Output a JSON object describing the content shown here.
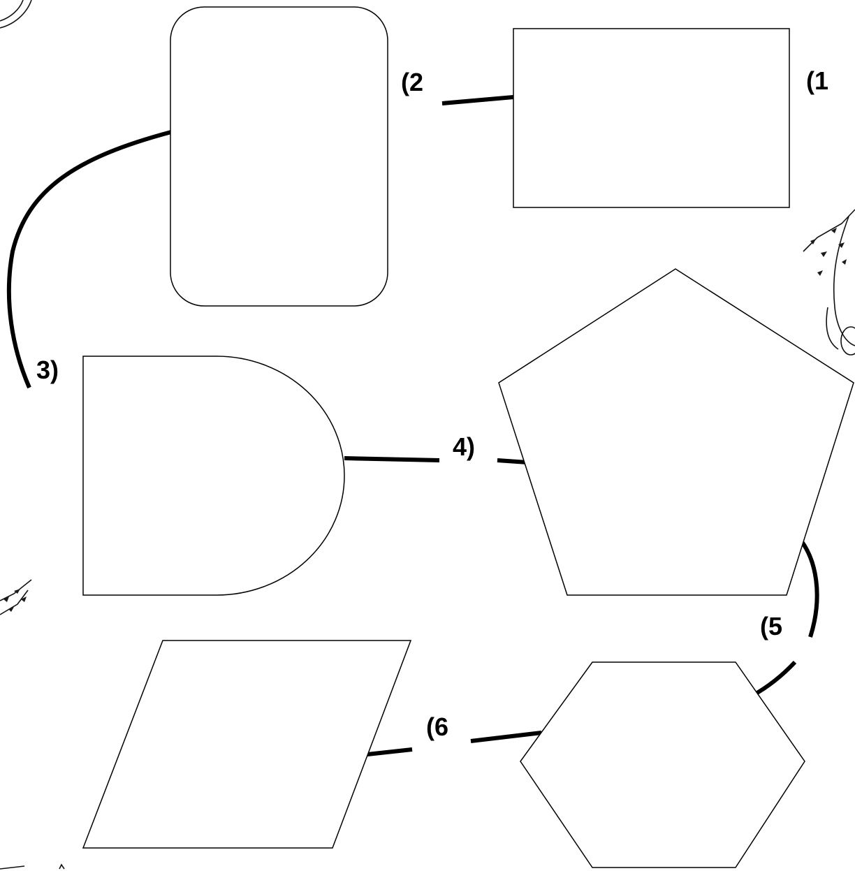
{
  "labels": {
    "l1": "(1",
    "l2": "(2",
    "l3": "3)",
    "l4": "4)",
    "l5": "(5",
    "l6": "(6"
  },
  "decorations": [
    "wheat-illustration-icon"
  ]
}
